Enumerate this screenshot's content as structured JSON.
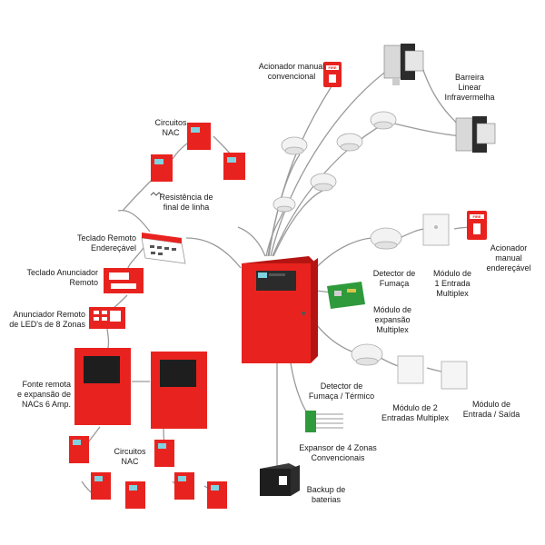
{
  "labels": {
    "acionador_convencional": [
      "Acionador manual",
      "convencional"
    ],
    "barreira": [
      "Barreira",
      "Linear",
      "Infravermelha"
    ],
    "circuitos_nac_top": [
      "Circuitos",
      "NAC"
    ],
    "resistencia": [
      "Resistência de",
      "final de linha"
    ],
    "teclado_remoto": [
      "Teclado Remoto",
      "Endereçável"
    ],
    "teclado_anunciador": [
      "Teclado Anunciador",
      "Remoto"
    ],
    "anunciador_leds": [
      "Anunciador Remoto",
      "de LED's de 8 Zonas"
    ],
    "fonte_remota": [
      "Fonte remota",
      "e expansão de",
      "NACs 6 Amp."
    ],
    "circuitos_nac_bottom": [
      "Circuitos",
      "NAC"
    ],
    "detector_fumaca": [
      "Detector de",
      "Fumaça"
    ],
    "modulo_1_entrada": [
      "Módulo de",
      "1 Entrada",
      "Multiplex"
    ],
    "acionador_enderecavel": [
      "Acionador",
      "manual",
      "endereçável"
    ],
    "modulo_expansao": [
      "Módulo de",
      "expansão",
      "Multiplex"
    ],
    "detector_termico": [
      "Detector de",
      "Fumaça / Térmico"
    ],
    "modulo_2_entradas": [
      "Módulo de 2",
      "Entradas Multiplex"
    ],
    "modulo_entrada_saida": [
      "Módulo de",
      "Entrada / Saída"
    ],
    "expansor_zonas": [
      "Expansor de 4 Zonas",
      "Convencionais"
    ],
    "backup_baterias": [
      "Backup de",
      "baterias"
    ]
  },
  "device_text": {
    "fire_top": "FIRE",
    "fire_right": "FIRE"
  },
  "colors": {
    "panel_red": "#e8231f",
    "panel_dark": "#b51512",
    "wire": "#9a9a9a",
    "module_green": "#2e9a3c",
    "detector_white": "#f2f2f2",
    "screen_teal": "#7fd3e0"
  }
}
